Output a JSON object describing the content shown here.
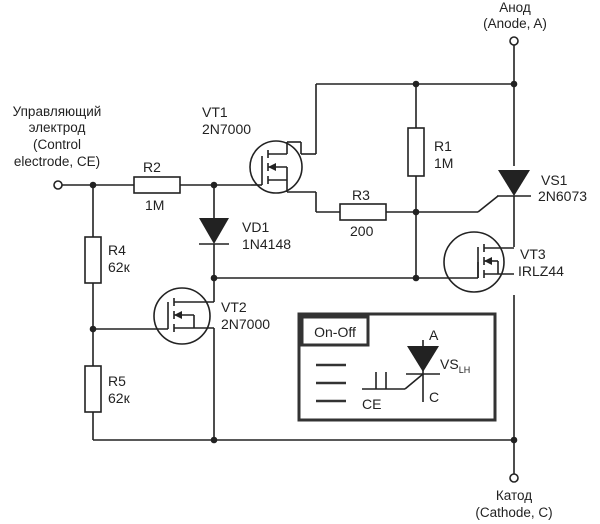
{
  "terminals": {
    "anode": {
      "line1": "Анод",
      "line2": "(Anode, A)"
    },
    "cathode": {
      "line1": "Катод",
      "line2": "(Cathode, C)"
    },
    "control": {
      "line1": "Управляющий",
      "line2": "электрод",
      "line3": "(Control",
      "line4": "electrode, CE)"
    }
  },
  "components": {
    "vt1": {
      "ref": "VT1",
      "part": "2N7000"
    },
    "vt2": {
      "ref": "VT2",
      "part": "2N7000"
    },
    "vt3": {
      "ref": "VT3",
      "part": "IRLZ44"
    },
    "vs1": {
      "ref": "VS1",
      "part": "2N6073"
    },
    "vd1": {
      "ref": "VD1",
      "part": "1N4148"
    },
    "r1": {
      "ref": "R1",
      "value": "1M"
    },
    "r2": {
      "ref": "R2",
      "value": "1M"
    },
    "r3": {
      "ref": "R3",
      "value": "200"
    },
    "r4": {
      "ref": "R4",
      "value": "62к"
    },
    "r5": {
      "ref": "R5",
      "value": "62к"
    }
  },
  "inset": {
    "switch_label": "On-Off",
    "anode": "A",
    "cathode": "C",
    "gate": "CE",
    "symbol": "VS",
    "symbol_sub": "LH"
  },
  "colors": {
    "ink": "#222222",
    "background": "#ffffff"
  }
}
